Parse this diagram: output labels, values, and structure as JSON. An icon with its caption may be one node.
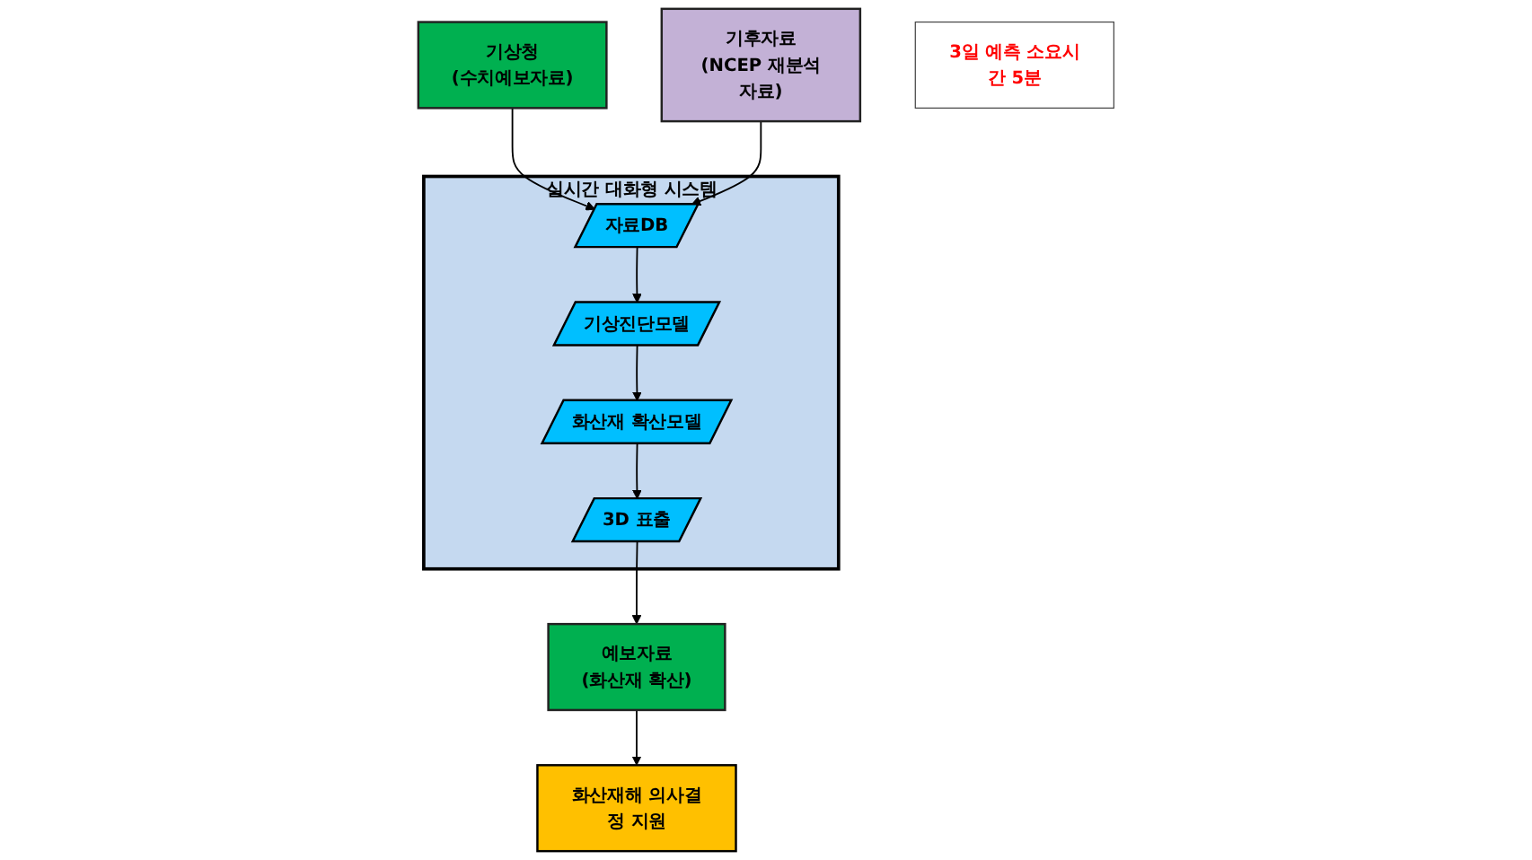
{
  "diagram": {
    "nodes": [
      {
        "text": [
          "기상청",
          "(수치예보자료)"
        ]
      },
      {
        "text": [
          "기후자료",
          "(NCEP 재분석자료)"
        ]
      },
      {
        "text": [
          "실시간 대화형 시스템"
        ]
      },
      {
        "text": [
          "자료DB"
        ],
        "in": 2
      },
      {
        "text": [
          "기상진단모델"
        ],
        "in": 2
      },
      {
        "text": [
          "화산재 확산모델"
        ],
        "in": 2
      },
      {
        "text": [
          "3D 표출"
        ],
        "in": 2
      },
      {
        "text": [
          "예보자료",
          "(화산재 확산)"
        ]
      },
      {
        "text": [
          "화산재해 의사결정 지원"
        ]
      },
      {
        "text": [
          "3일 예측 소요시간 5분"
        ]
      }
    ],
    "edges": [
      {
        "from": 0,
        "to": 3,
        "arrow": "to"
      },
      {
        "from": 1,
        "to": 3,
        "arrow": "to"
      },
      {
        "from": 3,
        "to": 4,
        "arrow": "to"
      },
      {
        "from": 4,
        "to": 5,
        "arrow": "to"
      },
      {
        "from": 5,
        "to": 6,
        "arrow": "to"
      },
      {
        "from": 6,
        "to": 7,
        "arrow": "to"
      },
      {
        "from": 7,
        "to": 8,
        "arrow": "to"
      }
    ]
  }
}
